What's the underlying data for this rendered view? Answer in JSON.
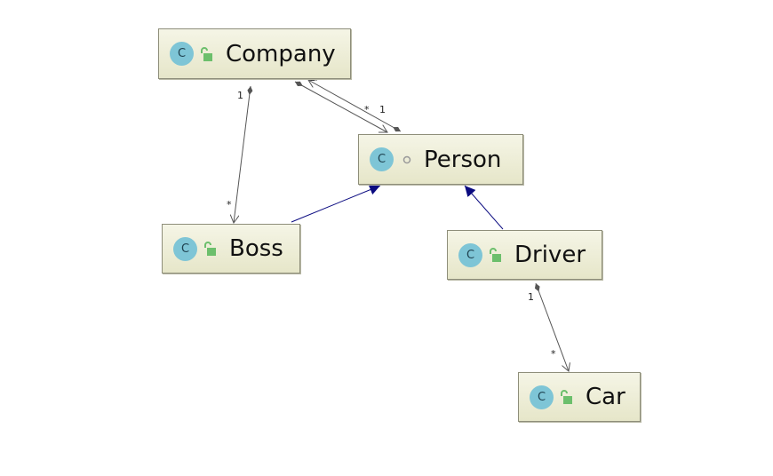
{
  "classes": {
    "company": {
      "name": "Company",
      "icon_letter": "C",
      "visibility_icon": "unlocked-icon"
    },
    "person": {
      "name": "Person",
      "icon_letter": "C",
      "visibility_icon": "package-private-icon"
    },
    "boss": {
      "name": "Boss",
      "icon_letter": "C",
      "visibility_icon": "unlocked-icon"
    },
    "driver": {
      "name": "Driver",
      "icon_letter": "C",
      "visibility_icon": "unlocked-icon"
    },
    "car": {
      "name": "Car",
      "icon_letter": "C",
      "visibility_icon": "unlocked-icon"
    }
  },
  "relations": {
    "company_boss": {
      "type": "composition",
      "source_mult": "1",
      "target_mult": "*"
    },
    "company_person": {
      "type": "composition",
      "source_mult": "1",
      "target_mult": "*"
    },
    "person_company": {
      "type": "composition",
      "source_mult": "1",
      "target_mult": "*"
    },
    "driver_car": {
      "type": "composition",
      "source_mult": "1",
      "target_mult": "*"
    },
    "boss_person": {
      "type": "generalization"
    },
    "driver_person": {
      "type": "generalization"
    }
  },
  "colors": {
    "inheritance": "#0a0a80",
    "association": "#555555",
    "class_icon": "#7ec5d6",
    "lock_icon": "#6cbf6c"
  }
}
